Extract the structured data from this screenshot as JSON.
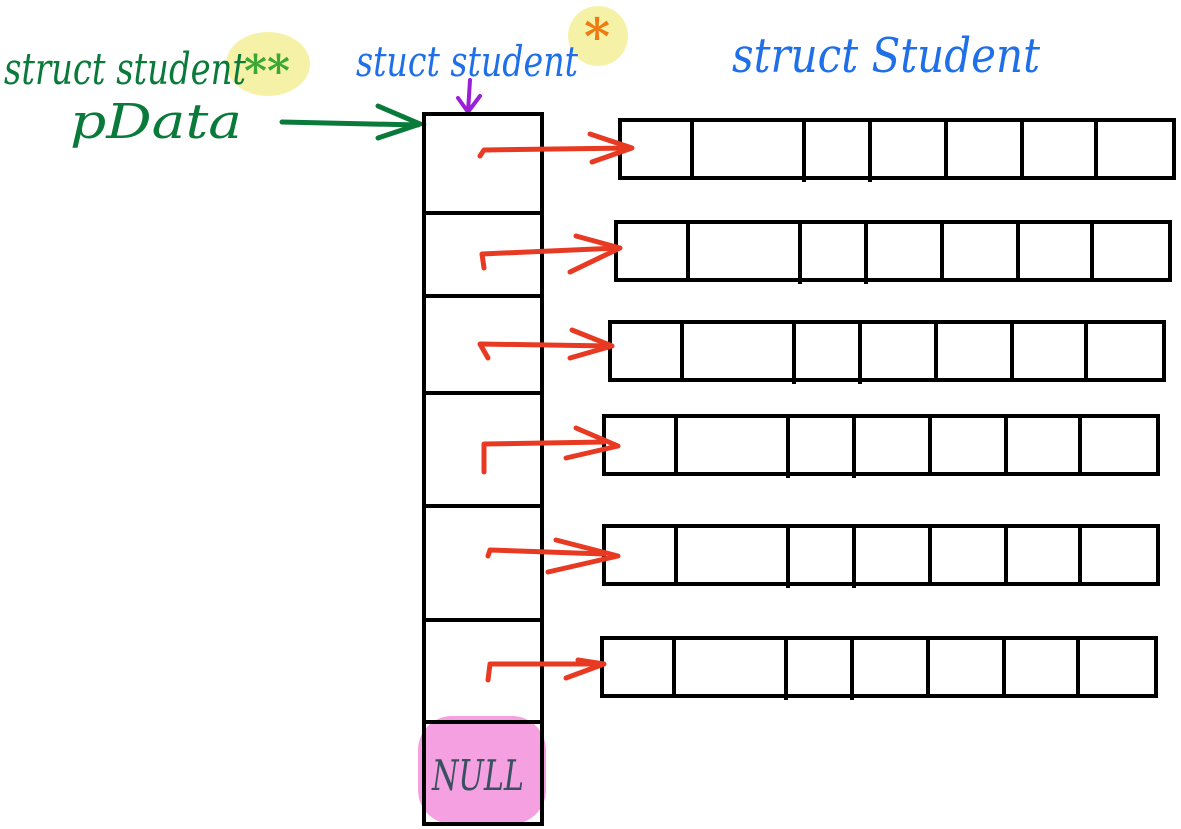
{
  "labels": {
    "pointer_to_pointer_type": "struct student",
    "pointer_to_pointer_stars": "**",
    "pointer_variable": "pData",
    "pointer_array_type": "stuct student",
    "pointer_array_star": "*",
    "struct_type": "struct Student",
    "null_cell": "NULL"
  },
  "colors": {
    "green_label": "#0a7a3a",
    "blue_label": "#1f6fe8",
    "red_arrow": "#e83a22",
    "purple_arrow": "#9b1fd6",
    "highlight_yellow": "#f5f2a8",
    "highlight_pink": "#f5a0e0",
    "star_green": "#3aa832",
    "star_orange": "#f07a12",
    "null_text": "#3a5060",
    "box_stroke": "#000000"
  },
  "diagram": {
    "pointer_array_cells": 7,
    "pointer_entries": 6,
    "struct_fields_per_record": 7,
    "struct_records": 6,
    "last_cell_label": "NULL"
  }
}
